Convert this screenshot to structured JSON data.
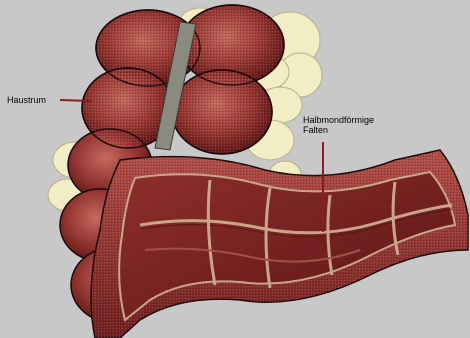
{
  "labels": {
    "haustrum": "Haustrum",
    "falten_line1": "Halbmondförmige",
    "falten_line2": "Falten"
  },
  "colors": {
    "background": "#c8c8c8",
    "tissue_dark": "#7a2424",
    "tissue_mid": "#a8433e",
    "tissue_light": "#c96a5f",
    "taenia": "#8a8a80",
    "fat": "#f2edc4",
    "leader_line": "#8b1e1e",
    "outline": "#1a0a0a"
  }
}
